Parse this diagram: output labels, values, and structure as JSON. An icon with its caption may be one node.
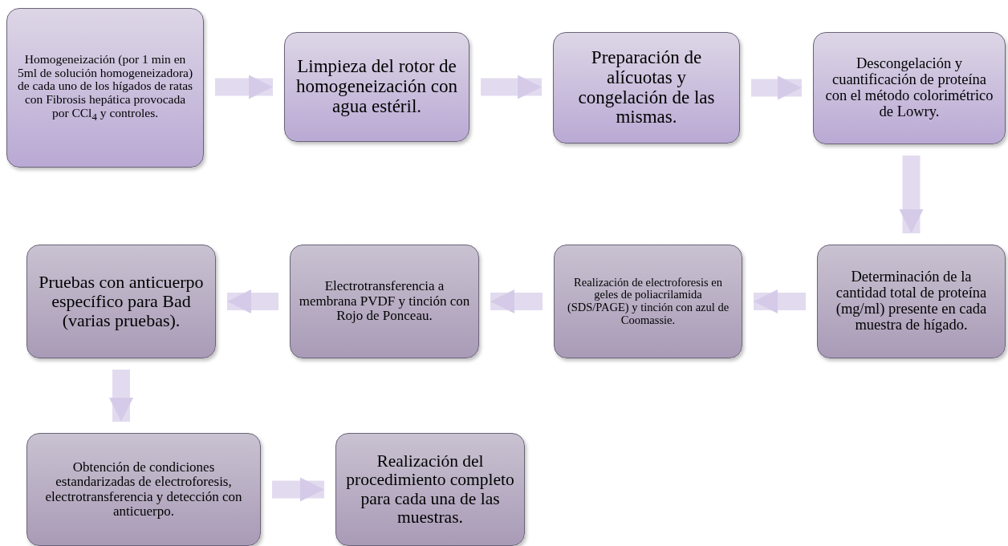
{
  "diagram": {
    "nodes": [
      {
        "text": [
          "Homogeneización (por 1 min en 5ml de solución homogeneizadora) de cada uno de los hígados de ratas con Fibrosis hepática provocada por CCl$_{4}$ y controles."
        ]
      },
      {
        "text": [
          "Limpieza del rotor de homogeneización con agua estéril."
        ]
      },
      {
        "text": [
          "Preparación de alícuotas y congelación de las mismas."
        ]
      },
      {
        "text": [
          "Descongelación y cuantificación de proteína con el método colorimétrico de Lowry."
        ]
      },
      {
        "text": [
          "Determinación de la cantidad total de proteína (mg/ml) presente en cada muestra de hígado."
        ]
      },
      {
        "text": [
          "Realización de electroforesis en geles de poliacrilamida (SDS/PAGE) y tinción con azul de Coomassie."
        ]
      },
      {
        "text": [
          "Electrotransferencia a membrana PVDF y tinción con Rojo de Ponceau."
        ]
      },
      {
        "text": [
          "Pruebas con anticuerpo específico para Bad (varias pruebas)."
        ]
      },
      {
        "text": [
          "Obtención de condiciones estandarizadas de electroforesis, electrotransferencia y detección con anticuerpo."
        ]
      },
      {
        "text": [
          "Realización del procedimiento completo para cada una de las muestras."
        ]
      }
    ],
    "edges": [
      {
        "from": 0,
        "to": 1,
        "arrow": "to"
      },
      {
        "from": 1,
        "to": 2,
        "arrow": "to"
      },
      {
        "from": 2,
        "to": 3,
        "arrow": "to"
      },
      {
        "from": 3,
        "to": 4,
        "arrow": "to"
      },
      {
        "from": 4,
        "to": 5,
        "arrow": "to"
      },
      {
        "from": 5,
        "to": 6,
        "arrow": "to"
      },
      {
        "from": 6,
        "to": 7,
        "arrow": "to"
      },
      {
        "from": 7,
        "to": 8,
        "arrow": "to"
      },
      {
        "from": 8,
        "to": 9,
        "arrow": "to"
      }
    ]
  }
}
